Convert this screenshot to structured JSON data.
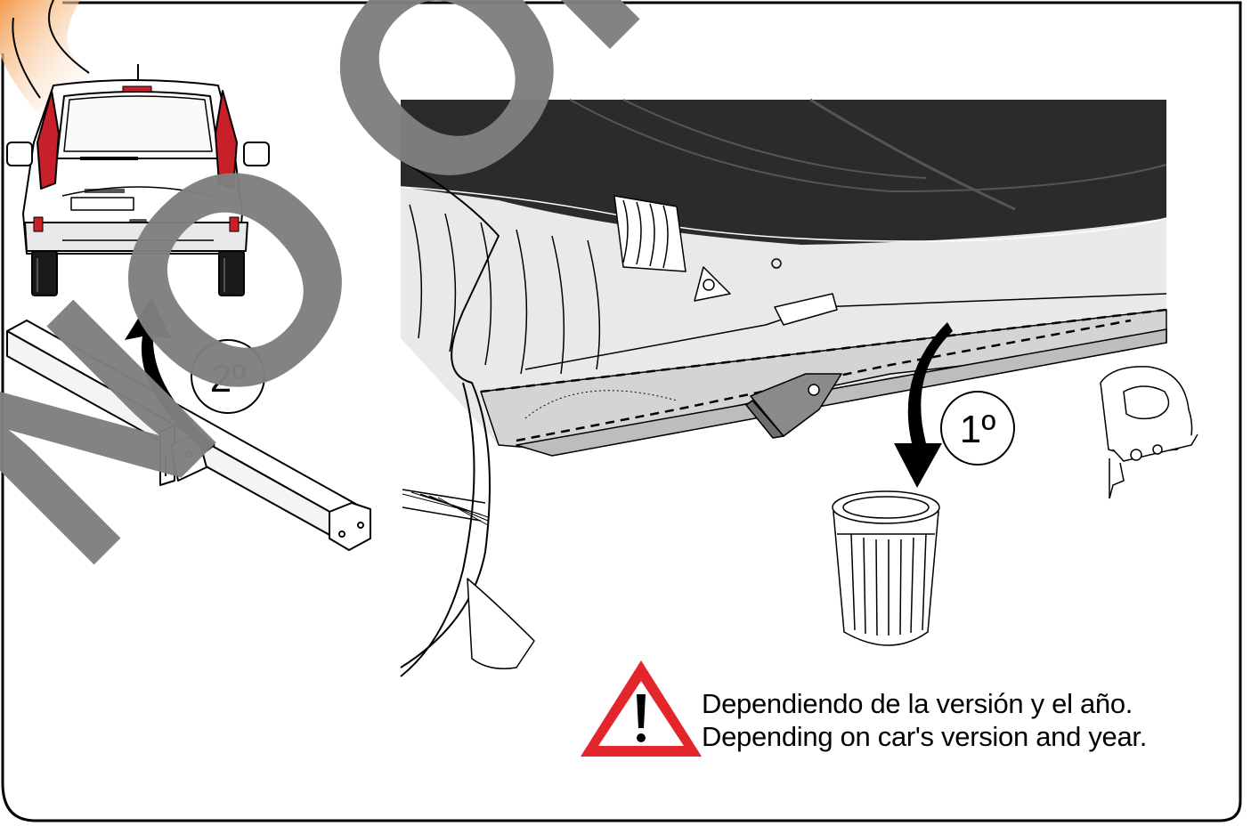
{
  "steps": {
    "first": "1º",
    "second": "2º"
  },
  "warning": {
    "line_es": "Dependiendo de la versión y el año.",
    "line_en": "Depending on car's version and year."
  },
  "watermark": {
    "text": "NO ORIGINAL"
  },
  "colors": {
    "watermark": "#7f7f7f",
    "warning_red": "#e3262b",
    "accent_orange": "#f39a4a",
    "tail_light": "#c8202a",
    "dark_panel": "#2b2b2b"
  },
  "icons": [
    "van-rear-illustration",
    "tow-bar-illustration",
    "trash-bin-icon",
    "jigsaw-icon",
    "warning-triangle-icon",
    "curved-arrow-icon"
  ]
}
